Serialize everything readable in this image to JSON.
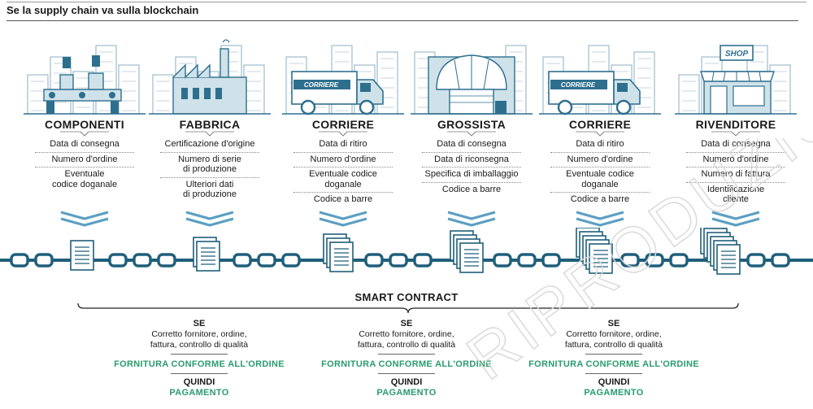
{
  "header": {
    "title": "Se la supply chain va sulla blockchain"
  },
  "columns": [
    {
      "title": "COMPONENTI",
      "illustration": "factory-conveyor-illustration",
      "items": [
        "Data di consegna",
        "Numero d'ordine",
        "Eventuale\ncodice doganale"
      ]
    },
    {
      "title": "FABBRICA",
      "illustration": "factory-building-illustration",
      "items": [
        "Certificazione d'origine",
        "Numero di serie\ndi produzione",
        "Ulteriori dati\ndi produzione"
      ]
    },
    {
      "title": "CORRIERE",
      "illustration": "truck-illustration",
      "truck_label": "CORRIERE",
      "items": [
        "Data di ritiro",
        "Numero d'ordine",
        "Eventuale codice\ndoganale",
        "Codice a barre"
      ]
    },
    {
      "title": "GROSSISTA",
      "illustration": "warehouse-illustration",
      "items": [
        "Data di consegna",
        "Data di riconsegna",
        "Specifica di imballaggio",
        "Codice a barre"
      ]
    },
    {
      "title": "CORRIERE",
      "illustration": "truck-illustration",
      "truck_label": "CORRIERE",
      "items": [
        "Data di ritiro",
        "Numero d'ordine",
        "Eventuale codice\ndoganale",
        "Codice a barre"
      ]
    },
    {
      "title": "RIVENDITORE",
      "illustration": "shop-illustration",
      "shop_sign": "SHOP",
      "items": [
        "Data di consegna",
        "Numero d'ordine",
        "Numero di fattura",
        "Identificazione\ncliente"
      ]
    }
  ],
  "smart_contract": {
    "label": "SMART CONTRACT"
  },
  "conditions": [
    {
      "se": "SE",
      "desc": "Corretto fornitore, ordine,\nfattura, controllo di qualità",
      "result": "FORNITURA CONFORME ALL'ORDINE",
      "quindi": "QUINDI",
      "payment": "PAGAMENTO"
    },
    {
      "se": "SE",
      "desc": "Corretto fornitore, ordine,\nfattura, controllo di qualità",
      "result": "FORNITURA CONFORME ALL'ORDINE",
      "quindi": "QUINDI",
      "payment": "PAGAMENTO"
    },
    {
      "se": "SE",
      "desc": "Corretto fornitore, ordine,\nfattura, controllo di qualità",
      "result": "FORNITURA CONFORME ALL'ORDINE",
      "quindi": "QUINDI",
      "payment": "PAGAMENTO"
    }
  ],
  "document_stacks": [
    1,
    2,
    3,
    4,
    5,
    6
  ],
  "colors": {
    "chain": "#1f5f7a",
    "accent_green": "#2a9c6e",
    "illustration_blue": "#2e6f8e",
    "illustration_light": "#cfe2ea"
  },
  "watermark": "RIPRODUZIONE"
}
